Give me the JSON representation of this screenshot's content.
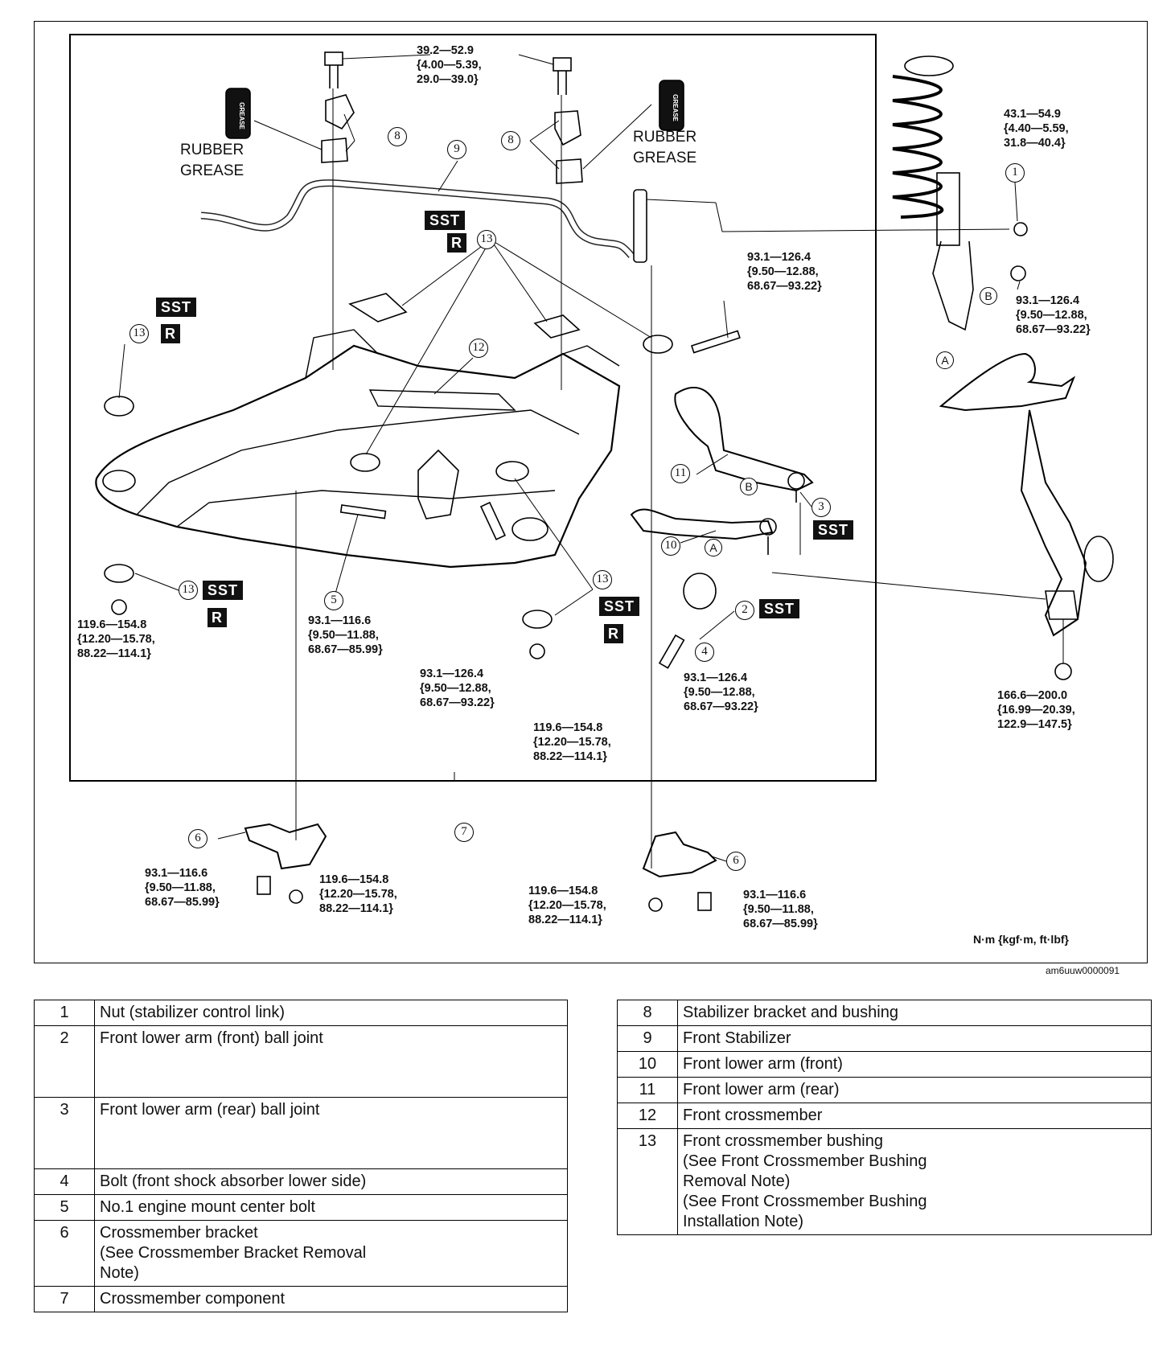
{
  "diagram": {
    "rubber_grease_left": "RUBBER\nGREASE",
    "rubber_grease_right": "RUBBER\nGREASE",
    "grease_can_label": "GREASE",
    "sst": "SST",
    "r": "R",
    "letter_a": "A",
    "letter_b": "B",
    "callouts": {
      "c1": "1",
      "c2": "2",
      "c3": "3",
      "c4": "4",
      "c5": "5",
      "c6a": "6",
      "c6b": "6",
      "c7": "7",
      "c8a": "8",
      "c8b": "8",
      "c9": "9",
      "c10": "10",
      "c11": "11",
      "c12": "12",
      "c13a": "13",
      "c13b": "13",
      "c13c": "13",
      "c13d": "13"
    },
    "torques": {
      "t_bracket_bolt": "39.2—52.9\n{4.00—5.39,\n29.0—39.0}",
      "t_link_nut": "43.1—54.9\n{4.40—5.59,\n31.8—40.4}",
      "t_arm_bolt_top": "93.1—126.4\n{9.50—12.88,\n68.67—93.22}",
      "t_b_nut": "93.1—126.4\n{9.50—12.88,\n68.67—93.22}",
      "t_left_nut": "119.6—154.8\n{12.20—15.78,\n88.22—114.1}",
      "t_engine_bolt": "93.1—116.6\n{9.50—11.88,\n68.67—85.99}",
      "t_center_bolt": "93.1—126.4\n{9.50—12.88,\n68.67—93.22}",
      "t_right_nut": "119.6—154.8\n{12.20—15.78,\n88.22—114.1}",
      "t_shock_bolt": "93.1—126.4\n{9.50—12.88,\n68.67—93.22}",
      "t_knuckle_nut": "166.6—200.0\n{16.99—20.39,\n122.9—147.5}",
      "t_bracket_left_bolt": "93.1—116.6\n{9.50—11.88,\n68.67—85.99}",
      "t_bracket_left_nut": "119.6—154.8\n{12.20—15.78,\n88.22—114.1}",
      "t_bracket_right_nut": "119.6—154.8\n{12.20—15.78,\n88.22—114.1}",
      "t_bracket_right_bolt": "93.1—116.6\n{9.50—11.88,\n68.67—85.99}"
    },
    "unit_note": "N·m {kgf·m, ft·lbf}",
    "image_id": "am6uuw0000091"
  },
  "legend_left": [
    {
      "num": "1",
      "text": "Nut (stabilizer control link)"
    },
    {
      "num": "2",
      "text": "Front lower arm (front) ball joint"
    },
    {
      "num": "3",
      "text": "Front lower arm (rear) ball joint"
    },
    {
      "num": "4",
      "text": "Bolt (front shock absorber lower side)"
    },
    {
      "num": "5",
      "text": "No.1 engine mount center bolt"
    },
    {
      "num": "6",
      "text": "Crossmember bracket\n (See Crossmember Bracket Removal\nNote)"
    },
    {
      "num": "7",
      "text": "Crossmember component"
    }
  ],
  "legend_right": [
    {
      "num": "8",
      "text": "Stabilizer bracket and bushing"
    },
    {
      "num": "9",
      "text": "Front Stabilizer"
    },
    {
      "num": "10",
      "text": "Front lower arm (front)"
    },
    {
      "num": "11",
      "text": "Front lower arm (rear)"
    },
    {
      "num": "12",
      "text": "Front crossmember"
    },
    {
      "num": "13",
      "text": "Front crossmember bushing\n (See Front Crossmember Bushing\nRemoval Note)\n (See Front Crossmember Bushing\nInstallation Note)"
    }
  ]
}
